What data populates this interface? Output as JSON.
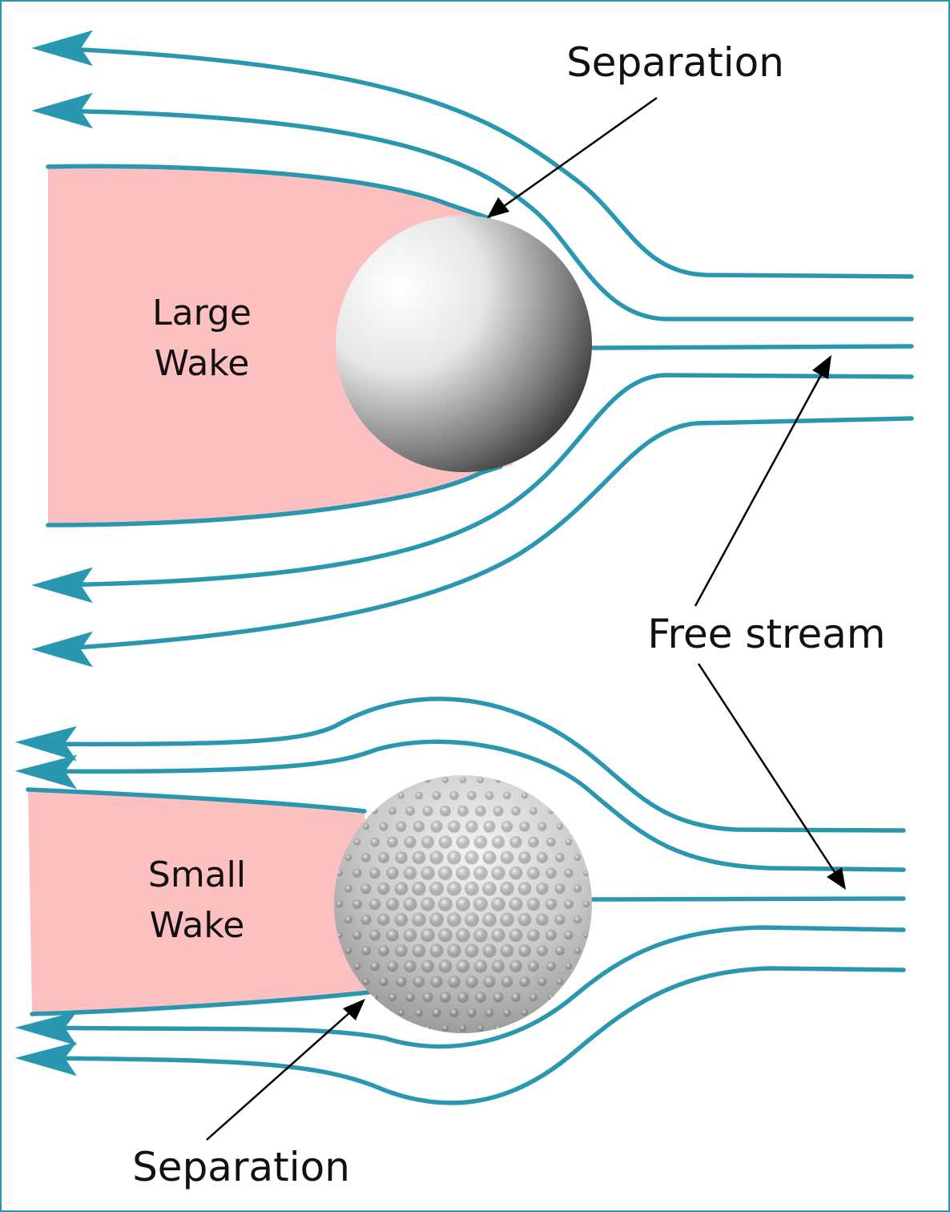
{
  "labels": {
    "separation_top": "Separation",
    "separation_bottom": "Separation",
    "free_stream": "Free stream",
    "large_wake_line1": "Large",
    "large_wake_line2": "Wake",
    "small_wake_line1": "Small",
    "small_wake_line2": "Wake"
  },
  "colors": {
    "streamline": "#2a97b0",
    "wake_fill": "#fcc0c0",
    "frame": "#2a97b0",
    "pointer": "#000000"
  },
  "icons": {
    "smooth_ball": "smooth-sphere-icon",
    "golf_ball": "golf-ball-icon"
  }
}
